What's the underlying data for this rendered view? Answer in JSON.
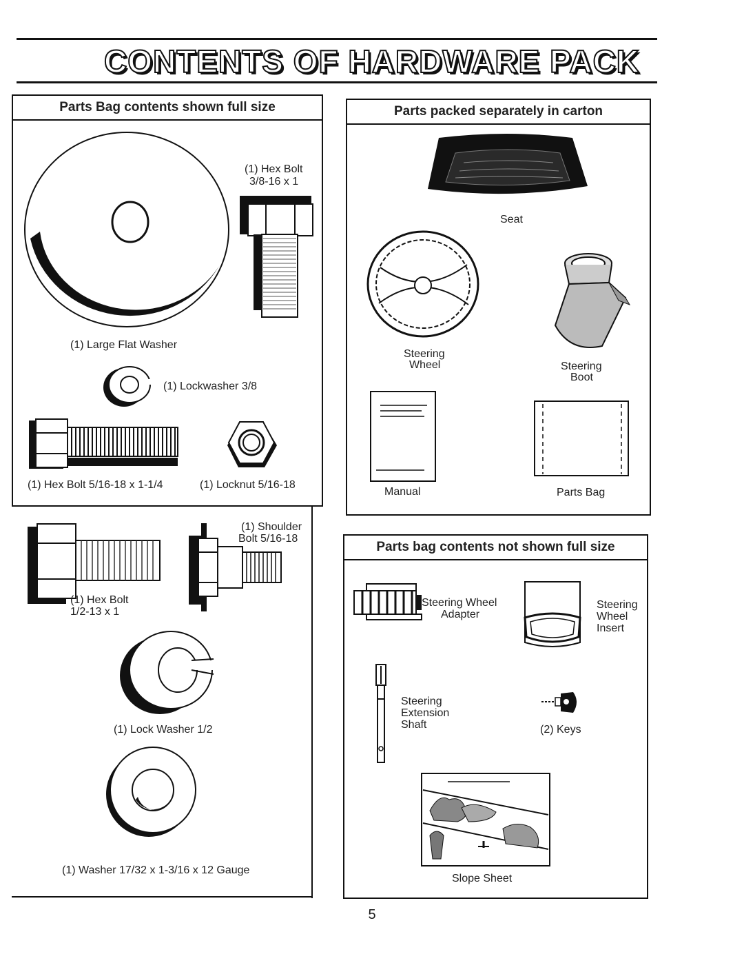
{
  "page": {
    "title": "CONTENTS OF HARDWARE PACK",
    "page_number": "5"
  },
  "left_panel": {
    "heading": "Parts Bag contents shown full size",
    "items": {
      "hex_bolt_38": [
        "(1) Hex Bolt",
        "3/8-16 x 1"
      ],
      "large_flat_washer": "(1) Large Flat Washer",
      "lockwasher_38": "(1) Lockwasher  3/8",
      "hex_bolt_516": "(1) Hex Bolt  5/16-18 x 1-1/4",
      "locknut_516": "(1) Locknut  5/16-18"
    }
  },
  "left_lower": {
    "items": {
      "shoulder_bolt": [
        "(1) Shoulder",
        "Bolt  5/16-18"
      ],
      "hex_bolt_12": [
        "(1) Hex Bolt",
        "1/2-13 x 1"
      ],
      "lock_washer_12": "(1) Lock Washer  1/2",
      "washer_1732": "(1) Washer  17/32 x 1-3/16 x 12 Gauge"
    }
  },
  "carton_panel": {
    "heading": "Parts packed separately in carton",
    "items": {
      "seat": "Seat",
      "steering_wheel": [
        "Steering",
        "Wheel"
      ],
      "steering_boot": [
        "Steering",
        "Boot"
      ],
      "manual": "Manual",
      "parts_bag": "Parts Bag"
    }
  },
  "notfull_panel": {
    "heading": "Parts bag contents not shown full size",
    "items": {
      "wheel_adapter": [
        "Steering Wheel",
        "Adapter"
      ],
      "wheel_insert": [
        "Steering",
        "Wheel",
        "Insert"
      ],
      "extension_shaft": [
        "Steering",
        "Extension",
        "Shaft"
      ],
      "keys": "(2) Keys",
      "slope_sheet": "Slope Sheet"
    }
  }
}
